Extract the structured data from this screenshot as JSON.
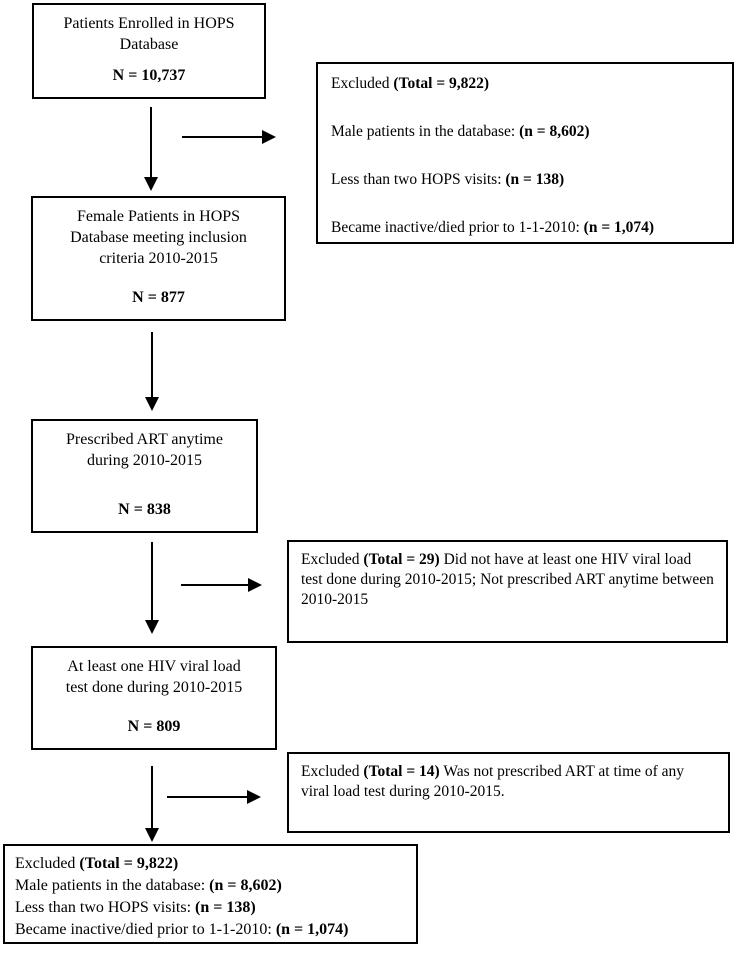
{
  "diagram": {
    "main_boxes": {
      "enrolled": {
        "title": "Patients Enrolled in HOPS\nDatabase",
        "count": "N = 10,737"
      },
      "female": {
        "title": "Female Patients in HOPS\nDatabase meeting inclusion\ncriteria 2010-2015",
        "count": "N = 877"
      },
      "art": {
        "title": "Prescribed ART anytime\nduring 2010-2015",
        "count": "N = 838"
      },
      "viral_load": {
        "title": "At least one HIV viral load\ntest done during 2010-2015",
        "count": "N = 809"
      }
    },
    "excluded_boxes": {
      "top": {
        "lines": [
          [
            {
              "t": "Excluded ",
              "b": false
            },
            {
              "t": "(Total = 9,822)",
              "b": true
            }
          ],
          [
            {
              "t": "Male patients in the database: ",
              "b": false
            },
            {
              "t": "(n = 8,602)",
              "b": true
            }
          ],
          [
            {
              "t": "Less than two HOPS visits: ",
              "b": false
            },
            {
              "t": "(n = 138)",
              "b": true
            }
          ],
          [
            {
              "t": "Became inactive/died prior to 1-1-2010: ",
              "b": false
            },
            {
              "t": "(n = 1,074)",
              "b": true
            }
          ]
        ]
      },
      "mid": {
        "segments": [
          {
            "t": "Excluded ",
            "b": false
          },
          {
            "t": "(Total = 29)",
            "b": true
          },
          {
            "t": " Did not have at least one HIV viral load test done during 2010-2015; Not prescribed ART anytime between 2010-2015",
            "b": false
          }
        ]
      },
      "lower": {
        "segments": [
          {
            "t": "Excluded ",
            "b": false
          },
          {
            "t": "(Total = 14)",
            "b": true
          },
          {
            "t": " Was not prescribed ART at time of any viral load test during 2010-2015.",
            "b": false
          }
        ]
      },
      "bottom": {
        "lines": [
          [
            {
              "t": "Excluded ",
              "b": false
            },
            {
              "t": "(Total = 9,822)",
              "b": true
            }
          ],
          [
            {
              "t": "Male patients in the database: ",
              "b": false
            },
            {
              "t": "(n = 8,602)",
              "b": true
            }
          ],
          [
            {
              "t": "Less than two HOPS visits: ",
              "b": false
            },
            {
              "t": "(n = 138)",
              "b": true
            }
          ],
          [
            {
              "t": "Became inactive/died prior to 1-1-2010: ",
              "b": false
            },
            {
              "t": "(n = 1,074)",
              "b": true
            }
          ]
        ]
      }
    },
    "colors": {
      "border": "#000000",
      "text": "#000000",
      "background": "#ffffff"
    }
  }
}
